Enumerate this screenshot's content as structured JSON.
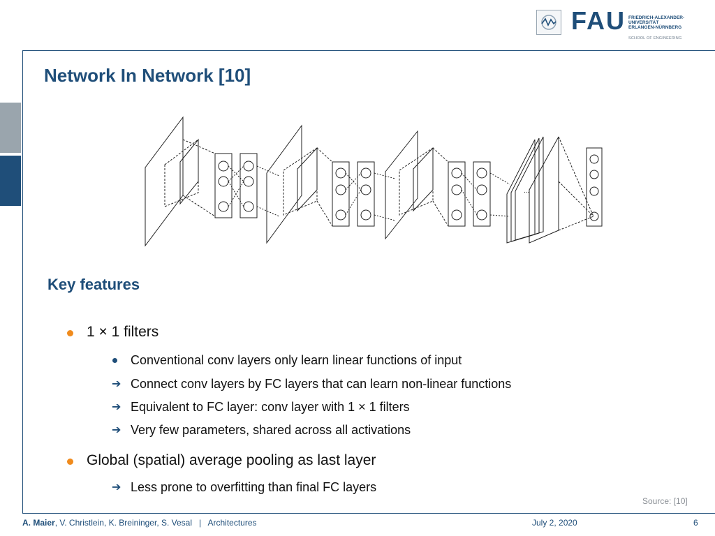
{
  "header": {
    "logo_word": "FAU",
    "university_lines": [
      "FRIEDRICH-ALEXANDER-",
      "UNIVERSITÄT",
      "ERLANGEN-NÜRNBERG"
    ],
    "school": "SCHOOL OF ENGINEERING",
    "brand_color": "#1f4e79"
  },
  "slide": {
    "title": "Network In Network [10]",
    "subtitle": "Key features",
    "bullets": [
      {
        "text": "1 × 1 filters",
        "children": [
          {
            "marker": "dot",
            "text": "Conventional conv layers only learn linear functions of input"
          },
          {
            "marker": "arrow",
            "text": "Connect conv layers by FC layers that can learn non-linear functions"
          },
          {
            "marker": "arrow",
            "text": "Equivalent to FC layer: conv layer with 1 × 1 filters"
          },
          {
            "marker": "arrow",
            "text": "Very few parameters, shared across all activations"
          }
        ]
      },
      {
        "text": "Global (spatial) average pooling as last layer",
        "children": [
          {
            "marker": "arrow",
            "text": "Less prone to overfitting than final FC layers"
          }
        ]
      }
    ],
    "source": "Source: [10]",
    "bullet_color": "#f08b1d"
  },
  "footer": {
    "author_bold": "A. Maier",
    "authors_rest": ", V. Christlein, K. Breininger, S. Vesal",
    "separator": "|",
    "topic": "Architectures",
    "date": "July 2, 2020",
    "page": "6"
  }
}
